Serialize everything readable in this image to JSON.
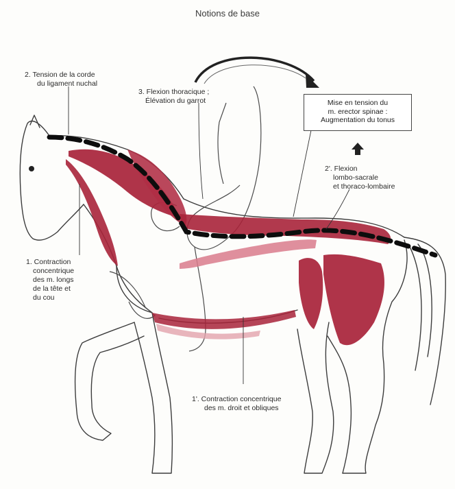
{
  "title": "Notions de base",
  "labels": {
    "l2_line1": "2. Tension de la corde",
    "l2_line2": "du ligament nuchal",
    "l3_line1": "3. Flexion thoracique ;",
    "l3_line2": "Élévation du garrot",
    "box_line1": "Mise en tension du",
    "box_line2": "m. erector spinae :",
    "box_line3": "Augmentation du tonus",
    "l2p_line1": "2'. Flexion",
    "l2p_line2": "lombo-sacrale",
    "l2p_line3": "et thoraco-lombaire",
    "l1_line1": "1. Contraction",
    "l1_line2": "concentrique",
    "l1_line3": "des m. longs",
    "l1_line4": "de la tête et",
    "l1_line5": "du cou",
    "l1p_line1": "1'. Contraction concentrique",
    "l1p_line2": "des m. droit et obliques"
  },
  "colors": {
    "muscle": "#a8233a",
    "muscle_light": "#e2a3ad",
    "outline": "#3c3c3c",
    "dash": "#0d0d0d"
  }
}
